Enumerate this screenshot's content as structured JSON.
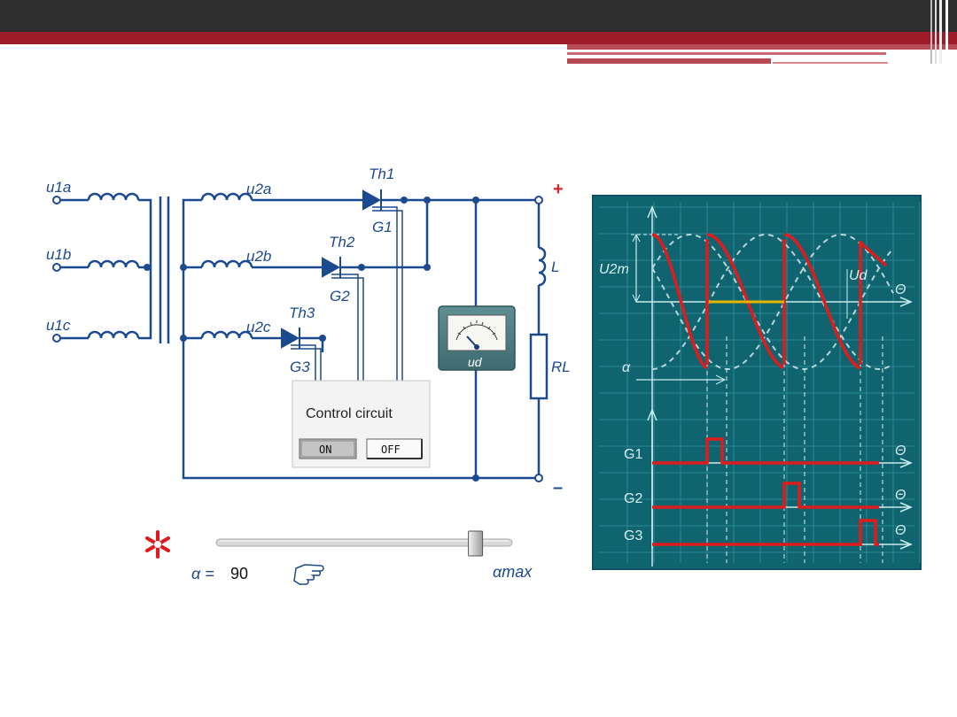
{
  "colors": {
    "circuit": "#1c4a8f",
    "header_dark": "#2e2e2e",
    "header_red": "#9e1b2a",
    "scope_bg": "#0f6470",
    "trace": "#e01b1b",
    "avg_line": "#e8b400"
  },
  "circuit": {
    "primary_labels": [
      "u1a",
      "u1b",
      "u1c"
    ],
    "secondary_labels": [
      "u2a",
      "u2b",
      "u2c"
    ],
    "thyristors": [
      "Th1",
      "Th2",
      "Th3"
    ],
    "gates": [
      "G1",
      "G2",
      "G3"
    ],
    "plus": "+",
    "minus": "–",
    "inductor": "L",
    "resistor": "RL",
    "meter_label": "ud"
  },
  "control": {
    "title": "Control circuit",
    "on_label": "ON",
    "off_label": "OFF",
    "active": "ON"
  },
  "slider": {
    "alpha_label": "α =",
    "alpha_value": "90",
    "max_label": "αmax",
    "fraction": 0.9
  },
  "scope": {
    "labels": {
      "amplitude": "U2m",
      "avg": "Ud",
      "theta": "Θ",
      "alpha": "α"
    },
    "gate_rows": [
      "G1",
      "G2",
      "G3"
    ],
    "grid": true
  }
}
